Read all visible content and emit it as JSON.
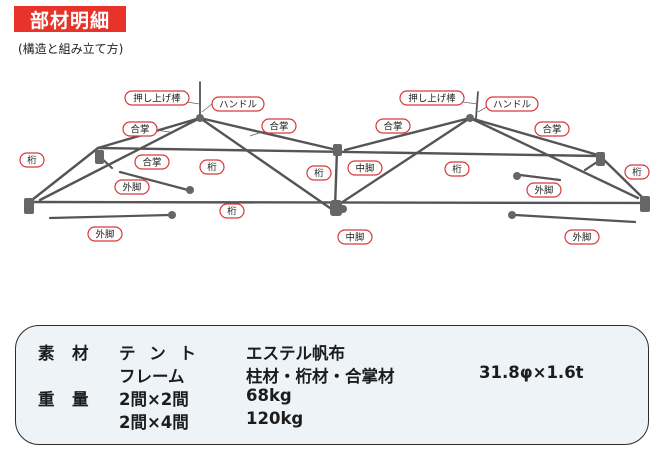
{
  "header": {
    "title": "部材明細",
    "subtitle": "(構造と組み立て方)"
  },
  "diagram": {
    "labels": {
      "oshiagebo_left": "押し上げ棒",
      "oshiagebo_right": "押し上げ棒",
      "handle_left": "ハンドル",
      "handle_right": "ハンドル",
      "gassho_1": "合掌",
      "gassho_2": "合掌",
      "gassho_3": "合掌",
      "gassho_4": "合掌",
      "gassho_5": "合掌",
      "keta_1": "桁",
      "keta_2": "桁",
      "keta_3": "桁",
      "keta_4": "桁",
      "keta_5": "桁",
      "keta_6": "桁",
      "nakabashira_1": "中脚",
      "nakabashira_2": "中脚",
      "sotoashi_1": "外脚",
      "sotoashi_2": "外脚",
      "sotoashi_3": "外脚",
      "sotoashi_4": "外脚"
    }
  },
  "specs": {
    "row1": {
      "k1": "素",
      "k2": "材",
      "sub": "テ ン ト",
      "value": "エステル帆布"
    },
    "row2": {
      "sub": "フレーム",
      "value": "柱材・桁材・合掌材",
      "dim": "31.8φ×1.6t"
    },
    "row3": {
      "k1": "重",
      "k2": "量",
      "sub": "2間×2間",
      "value": "68kg"
    },
    "row4": {
      "sub": "2間×4間",
      "value": "120kg"
    }
  }
}
